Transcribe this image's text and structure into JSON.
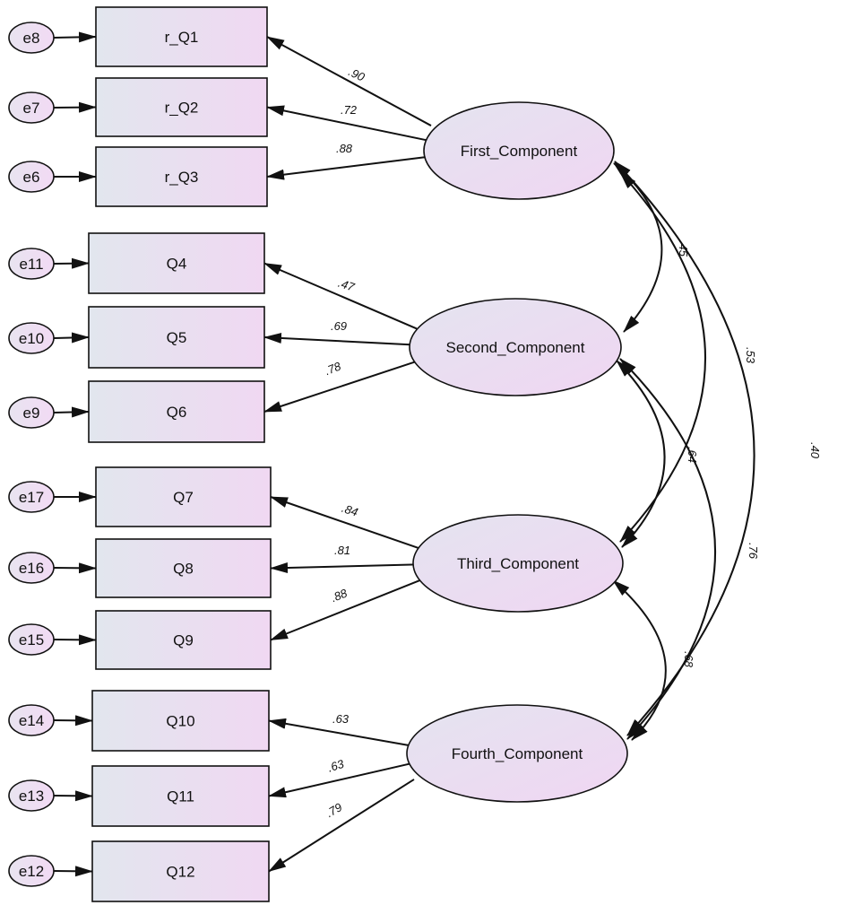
{
  "observed": [
    {
      "id": "r_Q1",
      "label": "r_Q1",
      "error": "e8"
    },
    {
      "id": "r_Q2",
      "label": "r_Q2",
      "error": "e7"
    },
    {
      "id": "r_Q3",
      "label": "r_Q3",
      "error": "e6"
    },
    {
      "id": "Q4",
      "label": "Q4",
      "error": "e11"
    },
    {
      "id": "Q5",
      "label": "Q5",
      "error": "e10"
    },
    {
      "id": "Q6",
      "label": "Q6",
      "error": "e9"
    },
    {
      "id": "Q7",
      "label": "Q7",
      "error": "e17"
    },
    {
      "id": "Q8",
      "label": "Q8",
      "error": "e16"
    },
    {
      "id": "Q9",
      "label": "Q9",
      "error": "e15"
    },
    {
      "id": "Q10",
      "label": "Q10",
      "error": "e14"
    },
    {
      "id": "Q11",
      "label": "Q11",
      "error": "e13"
    },
    {
      "id": "Q12",
      "label": "Q12",
      "error": "e12"
    }
  ],
  "latents": [
    {
      "id": "first",
      "label": "First_Component"
    },
    {
      "id": "second",
      "label": "Second_Component"
    },
    {
      "id": "third",
      "label": "Third_Component"
    },
    {
      "id": "fourth",
      "label": "Fourth_Component"
    }
  ],
  "loadings": [
    {
      "from": "first",
      "to": "r_Q1",
      "value": ".90"
    },
    {
      "from": "first",
      "to": "r_Q2",
      "value": ".72"
    },
    {
      "from": "first",
      "to": "r_Q3",
      "value": ".88"
    },
    {
      "from": "second",
      "to": "Q4",
      "value": ".47"
    },
    {
      "from": "second",
      "to": "Q5",
      "value": ".69"
    },
    {
      "from": "second",
      "to": "Q6",
      "value": ".78"
    },
    {
      "from": "third",
      "to": "Q7",
      "value": ".84"
    },
    {
      "from": "third",
      "to": "Q8",
      "value": ".81"
    },
    {
      "from": "third",
      "to": "Q9",
      "value": ".88"
    },
    {
      "from": "fourth",
      "to": "Q10",
      "value": ".63"
    },
    {
      "from": "fourth",
      "to": "Q11",
      "value": ".63"
    },
    {
      "from": "fourth",
      "to": "Q12",
      "value": ".79"
    }
  ],
  "correlations": [
    {
      "a": "first",
      "b": "second",
      "value": ".45"
    },
    {
      "a": "first",
      "b": "third",
      "value": ".53"
    },
    {
      "a": "first",
      "b": "fourth",
      "value": ".40"
    },
    {
      "a": "second",
      "b": "third",
      "value": ".64"
    },
    {
      "a": "second",
      "b": "fourth",
      "value": ".76"
    },
    {
      "a": "third",
      "b": "fourth",
      "value": ".68"
    }
  ],
  "colors": {
    "box_left": "#e2e6ee",
    "box_right": "#f0d8f2",
    "ellipse_left": "#e4e4f0",
    "ellipse_right": "#f0d6f2",
    "stroke": "#111111"
  }
}
